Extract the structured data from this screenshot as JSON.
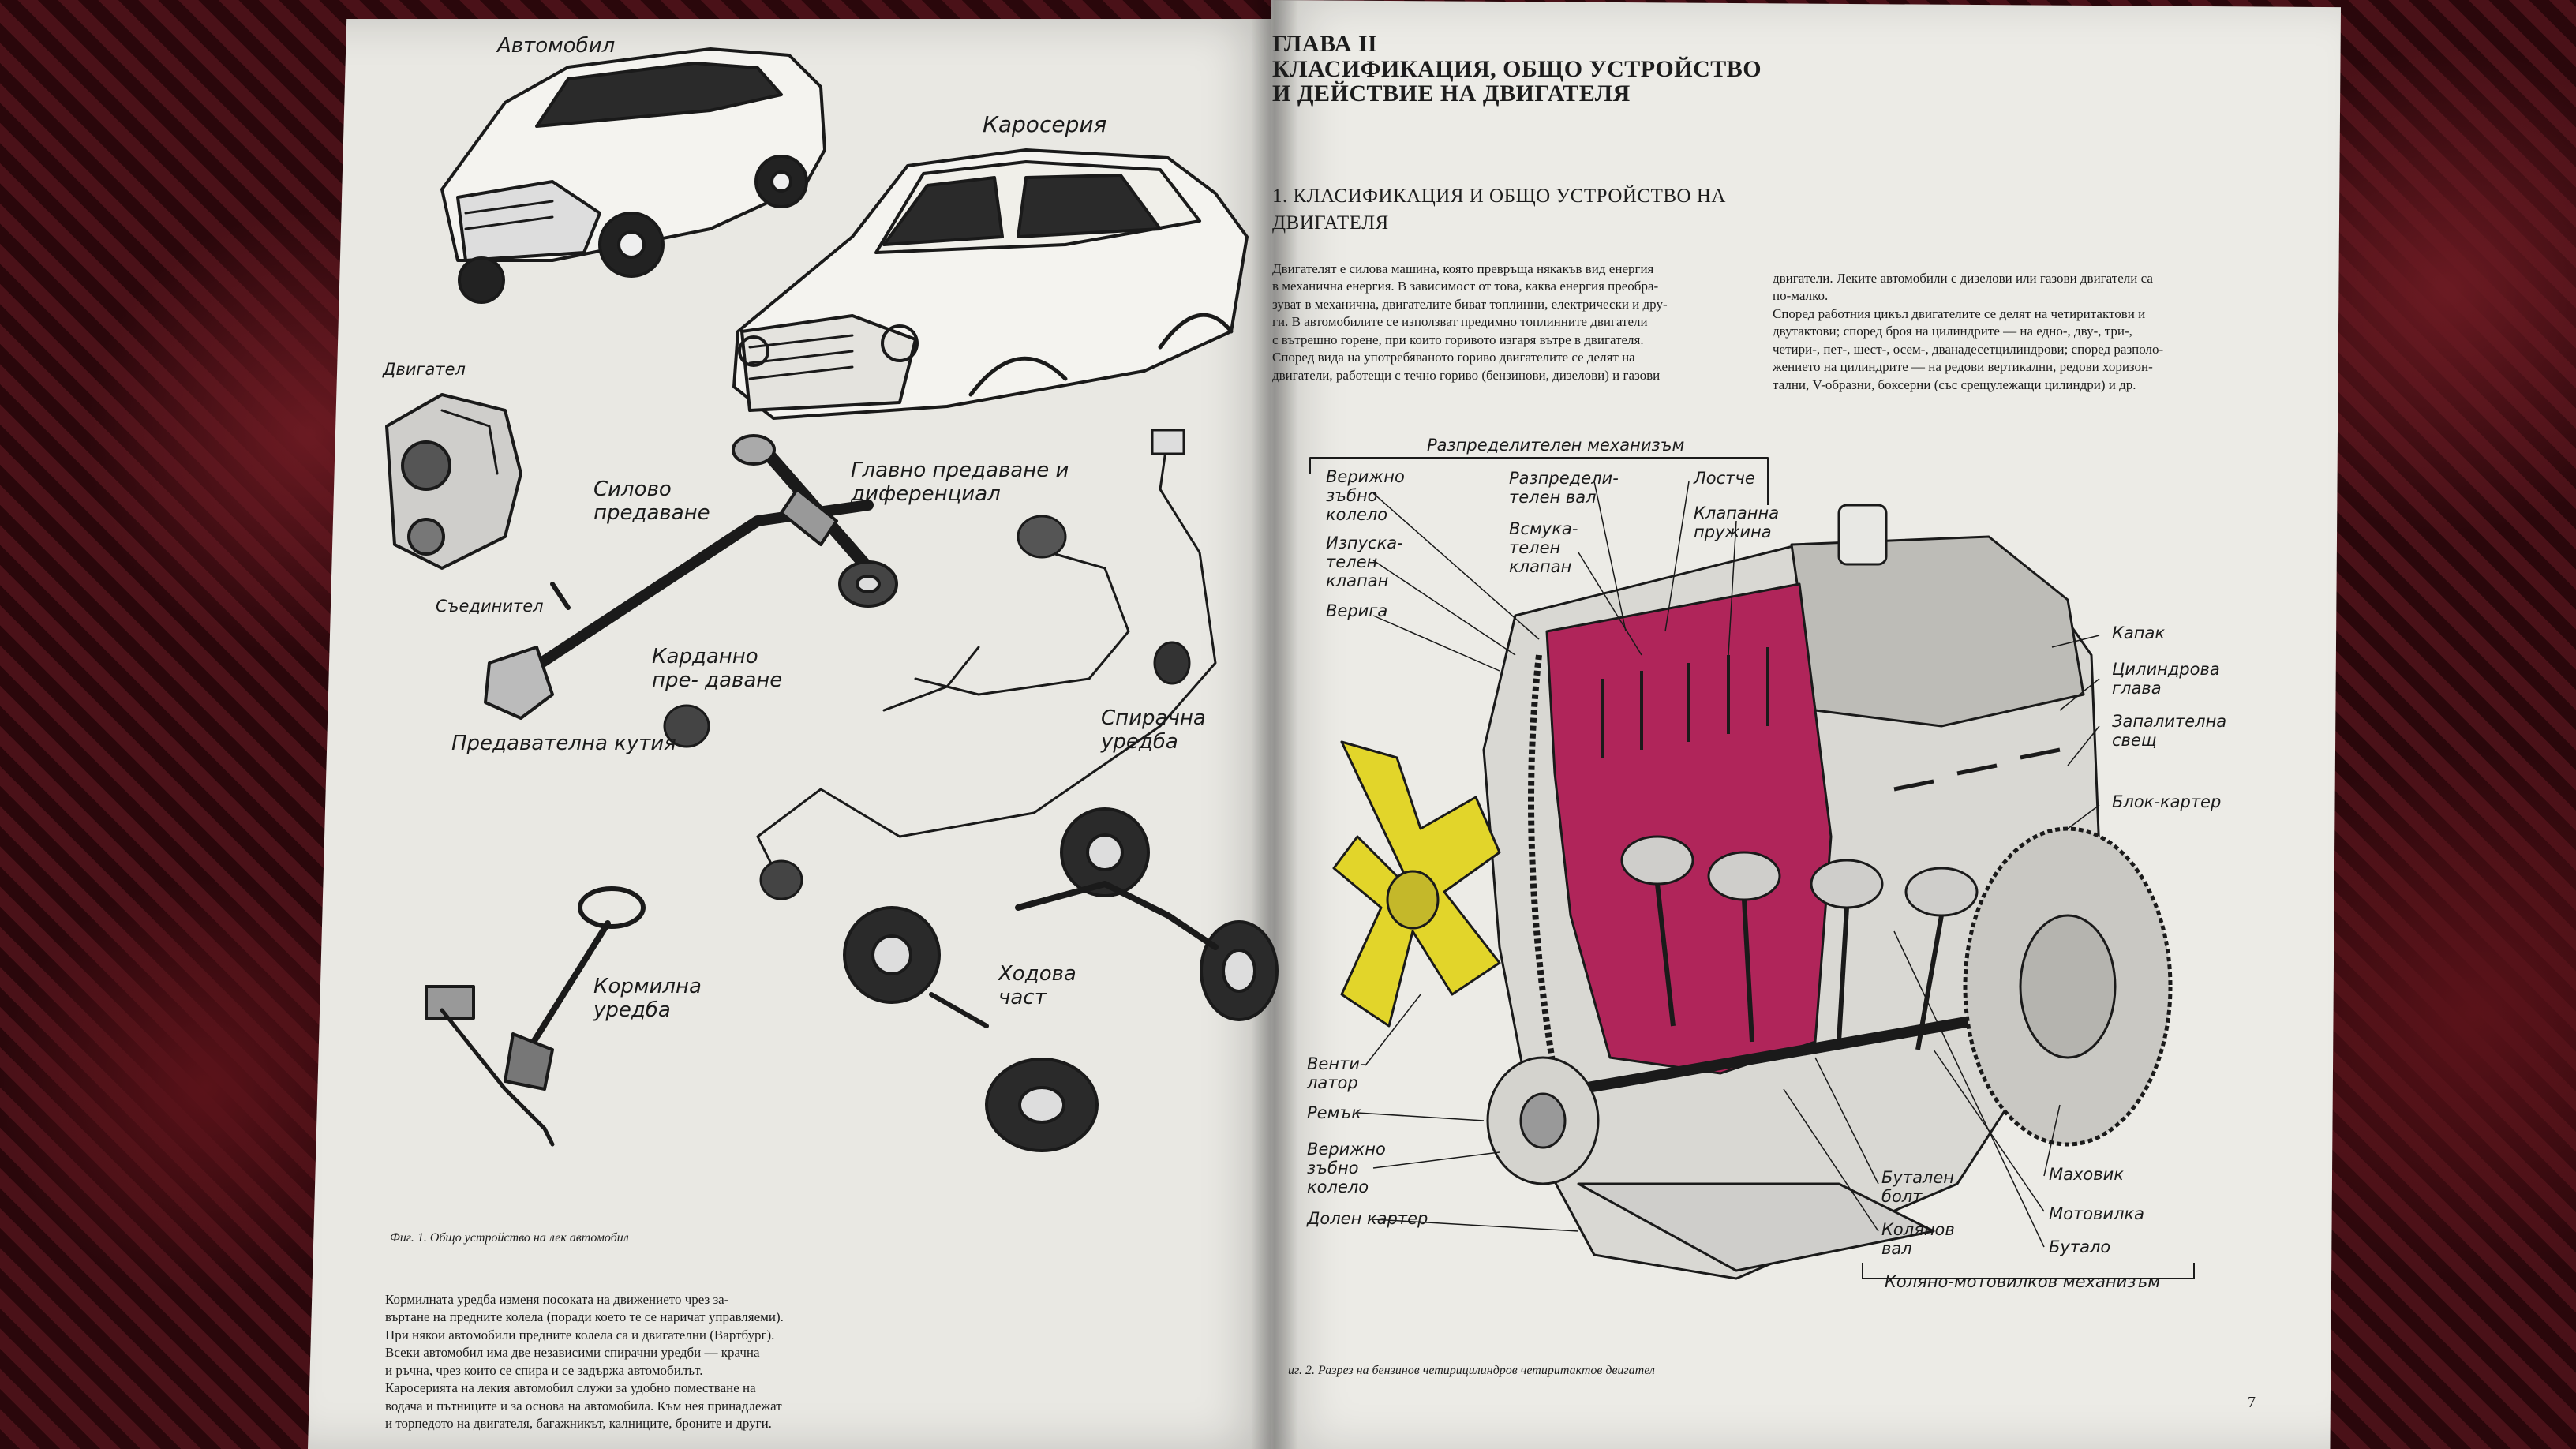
{
  "left_page": {
    "labels": {
      "car": "Автомобил",
      "body": "Каросерия",
      "engine": "Двигател",
      "power_transmission": "Силово предаване",
      "main_transmission": "Главно предаване и диференциал",
      "clutch": "Съединител",
      "cardan": "Карданно пре- даване",
      "gearbox": "Предавателна кутия",
      "brakes": "Спирачна уредба",
      "steering": "Кормилна уредба",
      "chassis": "Ходова част"
    },
    "figure_caption": "Фиг. 1. Общо устройство на лек автомобил",
    "text_lines": [
      "Кормилната уредба изменя посоката на движението чрез за-",
      "въртане на предните колела (поради което те се наричат управляеми).",
      "При някои автомобили предните колела са и двигателни (Вартбург).",
      "Всеки автомобил има две независими спирачни уредби — крачна",
      "и ръчна, чрез които се спира и се задържа автомобилът.",
      "Каросерията на лекия автомобил служи за удобно поместване на",
      "водача и пътниците и за основа на автомобила. Към нея принадлежат",
      "и торпедото на двигателя, багажникът, калниците, броните и други."
    ]
  },
  "right_page": {
    "chapter_title": [
      "ГЛАВА II",
      "КЛАСИФИКАЦИЯ, ОБЩО УСТРОЙСТВО",
      "И ДЕЙСТВИЕ НА ДВИГАТЕЛЯ"
    ],
    "section_title": [
      "1. КЛАСИФИКАЦИЯ И ОБЩО УСТРОЙСТВО НА",
      "ДВИГАТЕЛЯ"
    ],
    "col1_lines": [
      "Двигателят е силова машина, която превръща някакъв вид енергия",
      "в механична енергия. В зависимост от това, каква енергия преобра-",
      "зуват в механична, двигателите биват топлинни, електрически и дру-",
      "ги. В автомобилите се използват предимно топлинните двигатели",
      "с вътрешно горене, при които горивото изгаря вътре в двигателя.",
      "Според вида на употребяваното гориво двигателите се делят на",
      "двигатели, работещи с течно гориво (бензинови, дизелови) и газови"
    ],
    "col2_lines": [
      "двигатели. Леките автомобили с дизелови или газови двигатели са",
      "по-малко.",
      "Според работния цикъл двигателите се делят на четиритактови и",
      "двутактови; според броя на цилиндрите — на едно-, дву-, три-,",
      "четири-, пет-, шест-, осем-, дванадесетцилиндрови; според разполо-",
      "жението на цилиндрите — на редови вертикални, редови хоризон-",
      "тални, V-образни, боксерни (със срещулежащи цилиндри) и др."
    ],
    "engine_labels": {
      "timing_mechanism": "Разпределителен механизъм",
      "chain_sprocket": "Верижно зъбно колело",
      "camshaft": "Разпредели- телен вал",
      "rocker": "Лостче",
      "exhaust_valve": "Изпуска- телен клапан",
      "intake_valve": "Всмука- телен клапан",
      "valve_spring": "Клапанна пружина",
      "chain": "Верига",
      "cover": "Капак",
      "cylinder_head": "Цилиндрова глава",
      "spark_plug": "Запалителна свещ",
      "block": "Блок-картер",
      "fan": "Венти- латор",
      "belt": "Ремък",
      "crank_sprocket": "Верижно зъбно колело",
      "oil_pan": "Долен картер",
      "tappet_bolt": "Бутален болт",
      "crankshaft": "Колянов вал",
      "flywheel": "Маховик",
      "conrod": "Мотовилка",
      "piston": "Бутало",
      "crank_mechanism": "Коляно-мотовилков механизъм"
    },
    "figure_caption": "иг. 2. Разрез на бензинов четирицилиндров четиритактов двигател",
    "page_number": "7"
  },
  "colors": {
    "cutaway_magenta": "#b0255a",
    "fan_yellow": "#e2d52a",
    "ink": "#1a1a1a",
    "paper": "#ebeae5"
  }
}
